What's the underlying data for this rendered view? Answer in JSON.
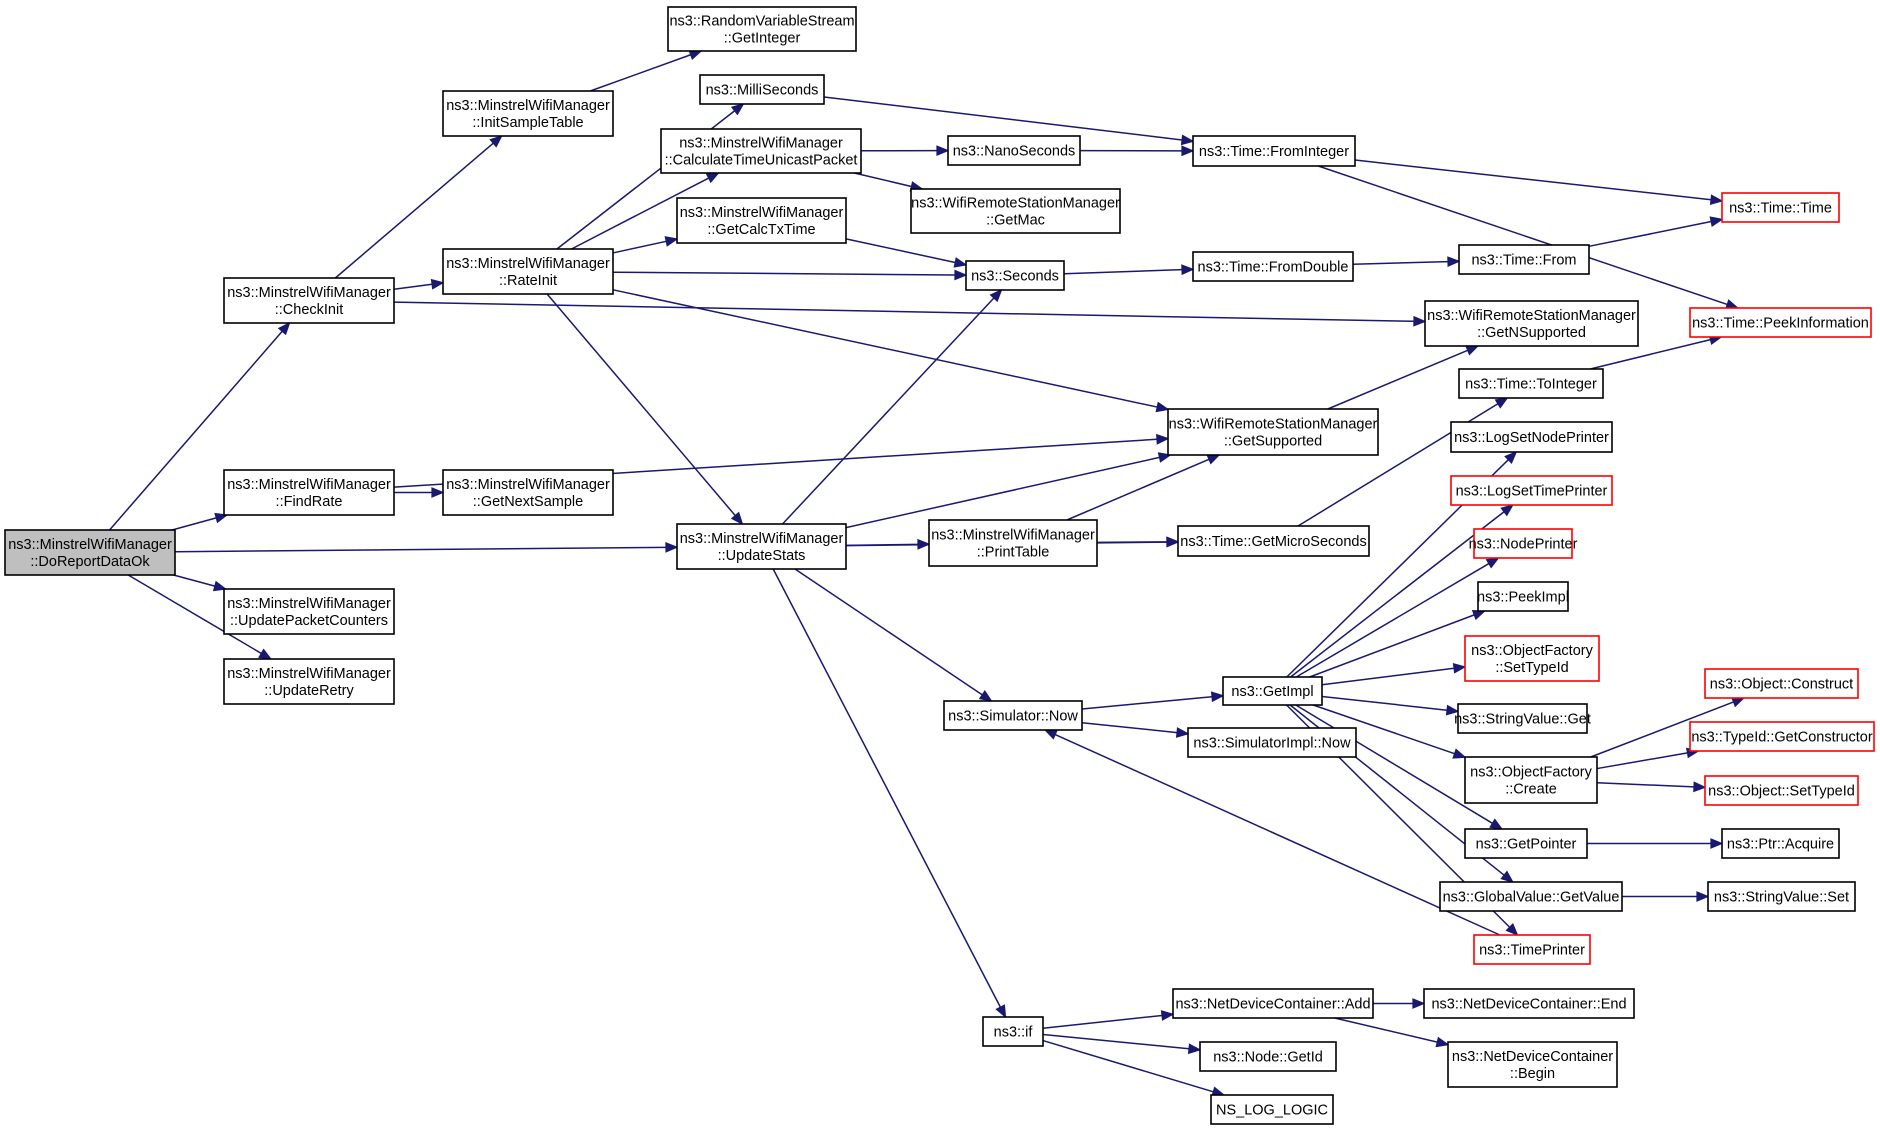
{
  "nodes": [
    {
      "id": "root",
      "lines": [
        "ns3::MinstrelWifiManager",
        "::DoReportDataOk"
      ],
      "style": "root"
    },
    {
      "id": "checkinit",
      "lines": [
        "ns3::MinstrelWifiManager",
        "::CheckInit"
      ]
    },
    {
      "id": "findrate",
      "lines": [
        "ns3::MinstrelWifiManager",
        "::FindRate"
      ]
    },
    {
      "id": "updatepacketcounters",
      "lines": [
        "ns3::MinstrelWifiManager",
        "::UpdatePacketCounters"
      ]
    },
    {
      "id": "updateretry",
      "lines": [
        "ns3::MinstrelWifiManager",
        "::UpdateRetry"
      ]
    },
    {
      "id": "initsampletable",
      "lines": [
        "ns3::MinstrelWifiManager",
        "::InitSampleTable"
      ]
    },
    {
      "id": "rateinit",
      "lines": [
        "ns3::MinstrelWifiManager",
        "::RateInit"
      ]
    },
    {
      "id": "getnextsample",
      "lines": [
        "ns3::MinstrelWifiManager",
        "::GetNextSample"
      ]
    },
    {
      "id": "randomgetinteger",
      "lines": [
        "ns3::RandomVariableStream",
        "::GetInteger"
      ]
    },
    {
      "id": "milliseconds",
      "lines": [
        "ns3::MilliSeconds"
      ]
    },
    {
      "id": "calctimeunicast",
      "lines": [
        "ns3::MinstrelWifiManager",
        "::CalculateTimeUnicastPacket"
      ]
    },
    {
      "id": "getcalctxtime",
      "lines": [
        "ns3::MinstrelWifiManager",
        "::GetCalcTxTime"
      ]
    },
    {
      "id": "updatestats",
      "lines": [
        "ns3::MinstrelWifiManager",
        "::UpdateStats"
      ]
    },
    {
      "id": "nanoseconds",
      "lines": [
        "ns3::NanoSeconds"
      ]
    },
    {
      "id": "getmac",
      "lines": [
        "ns3::WifiRemoteStationManager",
        "::GetMac"
      ]
    },
    {
      "id": "seconds",
      "lines": [
        "ns3::Seconds"
      ]
    },
    {
      "id": "printtable",
      "lines": [
        "ns3::MinstrelWifiManager",
        "::PrintTable"
      ]
    },
    {
      "id": "simnow",
      "lines": [
        "ns3::Simulator::Now"
      ]
    },
    {
      "id": "if",
      "lines": [
        "ns3::if"
      ]
    },
    {
      "id": "fromint",
      "lines": [
        "ns3::Time::FromInteger"
      ]
    },
    {
      "id": "fromdouble",
      "lines": [
        "ns3::Time::FromDouble"
      ]
    },
    {
      "id": "getsupported",
      "lines": [
        "ns3::WifiRemoteStationManager",
        "::GetSupported"
      ]
    },
    {
      "id": "getmicro",
      "lines": [
        "ns3::Time::GetMicroSeconds"
      ]
    },
    {
      "id": "getimpl",
      "lines": [
        "ns3::GetImpl"
      ]
    },
    {
      "id": "simimplnow",
      "lines": [
        "ns3::SimulatorImpl::Now"
      ]
    },
    {
      "id": "ndcadd",
      "lines": [
        "ns3::NetDeviceContainer::Add"
      ]
    },
    {
      "id": "nodegetid",
      "lines": [
        "ns3::Node::GetId"
      ]
    },
    {
      "id": "nslog",
      "lines": [
        "NS_LOG_LOGIC"
      ]
    },
    {
      "id": "timefrom",
      "lines": [
        "ns3::Time::From"
      ]
    },
    {
      "id": "getnsupported",
      "lines": [
        "ns3::WifiRemoteStationManager",
        "::GetNSupported"
      ]
    },
    {
      "id": "tointeger",
      "lines": [
        "ns3::Time::ToInteger"
      ]
    },
    {
      "id": "logsetnodeprinter",
      "lines": [
        "ns3::LogSetNodePrinter"
      ]
    },
    {
      "id": "logsettimeprinter",
      "lines": [
        "ns3::LogSetTimePrinter"
      ],
      "style": "red"
    },
    {
      "id": "nodeprinter",
      "lines": [
        "ns3::NodePrinter"
      ],
      "style": "red"
    },
    {
      "id": "peekimpl",
      "lines": [
        "ns3::PeekImpl"
      ]
    },
    {
      "id": "ofsettypeid",
      "lines": [
        "ns3::ObjectFactory",
        "::SetTypeId"
      ],
      "style": "red"
    },
    {
      "id": "stringvalueget",
      "lines": [
        "ns3::StringValue::Get"
      ]
    },
    {
      "id": "ofcreate",
      "lines": [
        "ns3::ObjectFactory",
        "::Create"
      ]
    },
    {
      "id": "getpointer",
      "lines": [
        "ns3::GetPointer"
      ]
    },
    {
      "id": "globalvalueget",
      "lines": [
        "ns3::GlobalValue::GetValue"
      ]
    },
    {
      "id": "timeprinter",
      "lines": [
        "ns3::TimePrinter"
      ],
      "style": "red"
    },
    {
      "id": "ndcend",
      "lines": [
        "ns3::NetDeviceContainer::End"
      ]
    },
    {
      "id": "ndcbegin",
      "lines": [
        "ns3::NetDeviceContainer",
        "::Begin"
      ]
    },
    {
      "id": "timetime",
      "lines": [
        "ns3::Time::Time"
      ],
      "style": "red"
    },
    {
      "id": "peekinfo",
      "lines": [
        "ns3::Time::PeekInformation"
      ],
      "style": "red"
    },
    {
      "id": "objconstruct",
      "lines": [
        "ns3::Object::Construct"
      ],
      "style": "red"
    },
    {
      "id": "typeidgetctor",
      "lines": [
        "ns3::TypeId::GetConstructor"
      ],
      "style": "red"
    },
    {
      "id": "objsettypeid",
      "lines": [
        "ns3::Object::SetTypeId"
      ],
      "style": "red"
    },
    {
      "id": "ptracquire",
      "lines": [
        "ns3::Ptr::Acquire"
      ]
    },
    {
      "id": "stringvalueset",
      "lines": [
        "ns3::StringValue::Set"
      ]
    }
  ],
  "edges": [
    [
      "root",
      "checkinit"
    ],
    [
      "root",
      "findrate"
    ],
    [
      "root",
      "updatepacketcounters"
    ],
    [
      "root",
      "updateretry"
    ],
    [
      "root",
      "updatestats"
    ],
    [
      "checkinit",
      "initsampletable"
    ],
    [
      "checkinit",
      "rateinit"
    ],
    [
      "checkinit",
      "getnsupported"
    ],
    [
      "findrate",
      "getnextsample"
    ],
    [
      "findrate",
      "getsupported"
    ],
    [
      "initsampletable",
      "randomgetinteger"
    ],
    [
      "rateinit",
      "milliseconds"
    ],
    [
      "rateinit",
      "calctimeunicast"
    ],
    [
      "rateinit",
      "getcalctxtime"
    ],
    [
      "rateinit",
      "seconds"
    ],
    [
      "rateinit",
      "getsupported"
    ],
    [
      "rateinit",
      "updatestats"
    ],
    [
      "milliseconds",
      "fromint"
    ],
    [
      "calctimeunicast",
      "nanoseconds"
    ],
    [
      "calctimeunicast",
      "getmac"
    ],
    [
      "getcalctxtime",
      "seconds"
    ],
    [
      "updatestats",
      "seconds"
    ],
    [
      "updatestats",
      "getsupported"
    ],
    [
      "updatestats",
      "printtable"
    ],
    [
      "updatestats",
      "getmicro"
    ],
    [
      "updatestats",
      "simnow"
    ],
    [
      "updatestats",
      "if"
    ],
    [
      "nanoseconds",
      "fromint"
    ],
    [
      "seconds",
      "fromdouble"
    ],
    [
      "printtable",
      "getsupported"
    ],
    [
      "printtable",
      "getmicro"
    ],
    [
      "simnow",
      "getimpl"
    ],
    [
      "simnow",
      "simimplnow"
    ],
    [
      "if",
      "ndcadd"
    ],
    [
      "if",
      "nodegetid"
    ],
    [
      "if",
      "nslog"
    ],
    [
      "fromint",
      "timetime"
    ],
    [
      "fromint",
      "peekinfo"
    ],
    [
      "fromdouble",
      "timefrom"
    ],
    [
      "timefrom",
      "timetime"
    ],
    [
      "getsupported",
      "getnsupported"
    ],
    [
      "getmicro",
      "tointeger"
    ],
    [
      "tointeger",
      "peekinfo"
    ],
    [
      "getimpl",
      "logsetnodeprinter"
    ],
    [
      "getimpl",
      "logsettimeprinter"
    ],
    [
      "getimpl",
      "nodeprinter"
    ],
    [
      "getimpl",
      "peekimpl"
    ],
    [
      "getimpl",
      "ofsettypeid"
    ],
    [
      "getimpl",
      "stringvalueget"
    ],
    [
      "getimpl",
      "ofcreate"
    ],
    [
      "getimpl",
      "getpointer"
    ],
    [
      "getimpl",
      "globalvalueget"
    ],
    [
      "getimpl",
      "timeprinter"
    ],
    [
      "timeprinter",
      "simnow"
    ],
    [
      "ofcreate",
      "objconstruct"
    ],
    [
      "ofcreate",
      "typeidgetctor"
    ],
    [
      "ofcreate",
      "objsettypeid"
    ],
    [
      "getpointer",
      "ptracquire"
    ],
    [
      "globalvalueget",
      "stringvalueset"
    ],
    [
      "ndcadd",
      "ndcend"
    ],
    [
      "ndcadd",
      "ndcbegin"
    ]
  ]
}
